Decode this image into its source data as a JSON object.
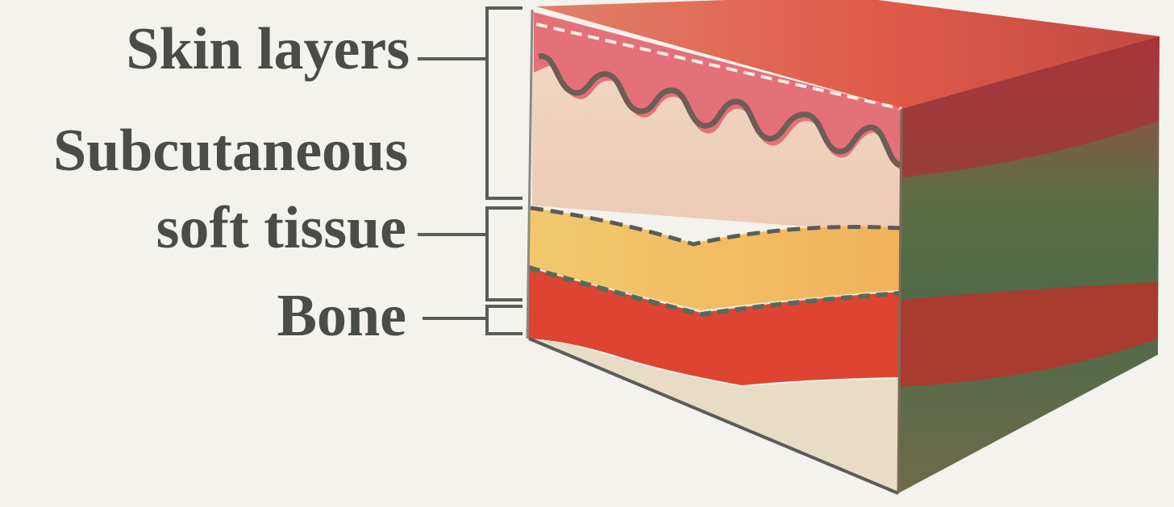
{
  "labels": {
    "skin_layers": "Skin layers",
    "subcutaneous_line1": "Subcutaneous",
    "subcutaneous_line2": "soft tissue",
    "bone": "Bone"
  },
  "colors": {
    "background": "#f4f2ec",
    "skin": "#e46a6e",
    "skin_top": "#e5776a",
    "dermis": "#efd3bf",
    "fat": "#f1c766",
    "bone_layer": "#d9422f",
    "marrow": "#e7dcc4",
    "side_face": "#6e6a4c",
    "leader_lines": "#5a5c58"
  }
}
